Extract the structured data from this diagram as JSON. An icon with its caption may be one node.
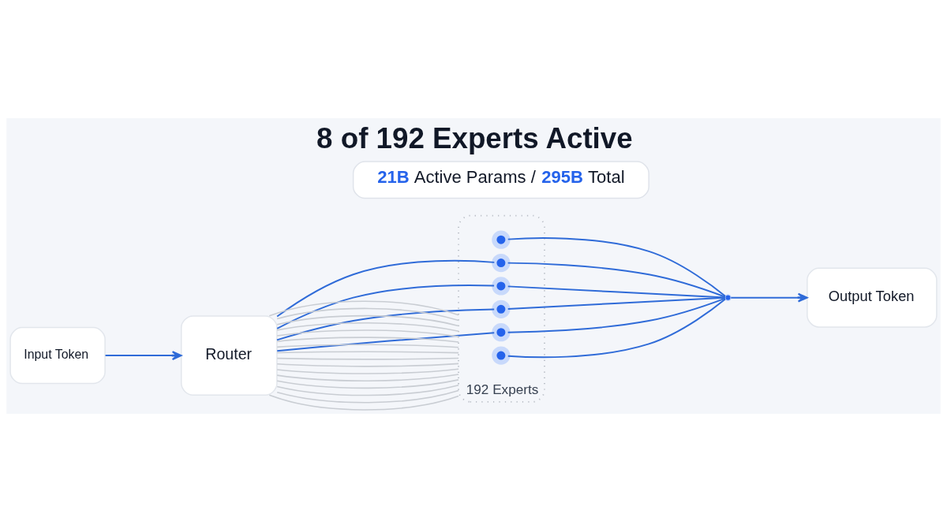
{
  "diagram": {
    "title": "8 of 192 Experts Active",
    "nodes": [
      {
        "text": [
          "**21B** Active Params / **295B** Total"
        ]
      },
      {
        "text": [
          "Input Token"
        ]
      },
      {
        "text": [
          "Router"
        ]
      },
      {
        "text": [],
        "shape": "grid",
        "beside": [
          "192 Experts"
        ]
      },
      {
        "text": [],
        "shape": "circle",
        "in": 3
      },
      {
        "text": [],
        "shape": "circle",
        "in": 3
      },
      {
        "text": [],
        "shape": "circle",
        "in": 3
      },
      {
        "text": [],
        "shape": "circle",
        "in": 3
      },
      {
        "text": [],
        "shape": "circle",
        "in": 3
      },
      {
        "text": [],
        "shape": "circle",
        "in": 3
      },
      {
        "text": [],
        "shape": "circle"
      },
      {
        "text": [
          "Output Token"
        ]
      }
    ],
    "edges": [
      {
        "from": 1,
        "to": 2,
        "arrow": "to",
        "color": "#2f6bd8"
      },
      {
        "from": 2,
        "to": 3,
        "arrow": "none"
      },
      {
        "from": 2,
        "to": 3,
        "arrow": "none"
      },
      {
        "from": 2,
        "to": 3,
        "arrow": "none"
      },
      {
        "from": 2,
        "to": 3,
        "arrow": "none"
      },
      {
        "from": 2,
        "to": 3,
        "arrow": "none"
      },
      {
        "from": 2,
        "to": 5,
        "arrow": "none",
        "color": "#2f6bd8"
      },
      {
        "from": 2,
        "to": 3,
        "arrow": "none"
      },
      {
        "from": 2,
        "to": 3,
        "arrow": "none"
      },
      {
        "from": 2,
        "to": 6,
        "arrow": "none",
        "color": "#2f6bd8"
      },
      {
        "from": 2,
        "to": 3,
        "arrow": "none"
      },
      {
        "from": 2,
        "to": 3,
        "arrow": "none"
      },
      {
        "from": 2,
        "to": 7,
        "arrow": "none",
        "color": "#2f6bd8"
      },
      {
        "from": 2,
        "to": 3,
        "arrow": "none"
      },
      {
        "from": 2,
        "to": 3,
        "arrow": "none"
      },
      {
        "from": 2,
        "to": 8,
        "arrow": "none",
        "color": "#2f6bd8"
      },
      {
        "from": 2,
        "to": 3,
        "arrow": "none"
      },
      {
        "from": 2,
        "to": 3,
        "arrow": "none"
      },
      {
        "from": 2,
        "to": 3,
        "arrow": "none"
      },
      {
        "from": 2,
        "to": 3,
        "arrow": "none"
      },
      {
        "from": 2,
        "to": 3,
        "arrow": "none"
      },
      {
        "from": 4,
        "to": 10,
        "arrow": "none",
        "color": "#2f6bd8"
      },
      {
        "from": 5,
        "to": 10,
        "arrow": "none",
        "color": "#2f6bd8"
      },
      {
        "from": 6,
        "to": 10,
        "arrow": "none",
        "color": "#2f6bd8"
      },
      {
        "from": 7,
        "to": 10,
        "arrow": "none",
        "color": "#2f6bd8"
      },
      {
        "from": 8,
        "to": 10,
        "arrow": "none",
        "color": "#2f6bd8"
      },
      {
        "from": 9,
        "to": 10,
        "arrow": "none",
        "color": "#2f6bd8"
      },
      {
        "from": 10,
        "to": 11,
        "arrow": "to",
        "color": "#2f6bd8"
      }
    ]
  }
}
